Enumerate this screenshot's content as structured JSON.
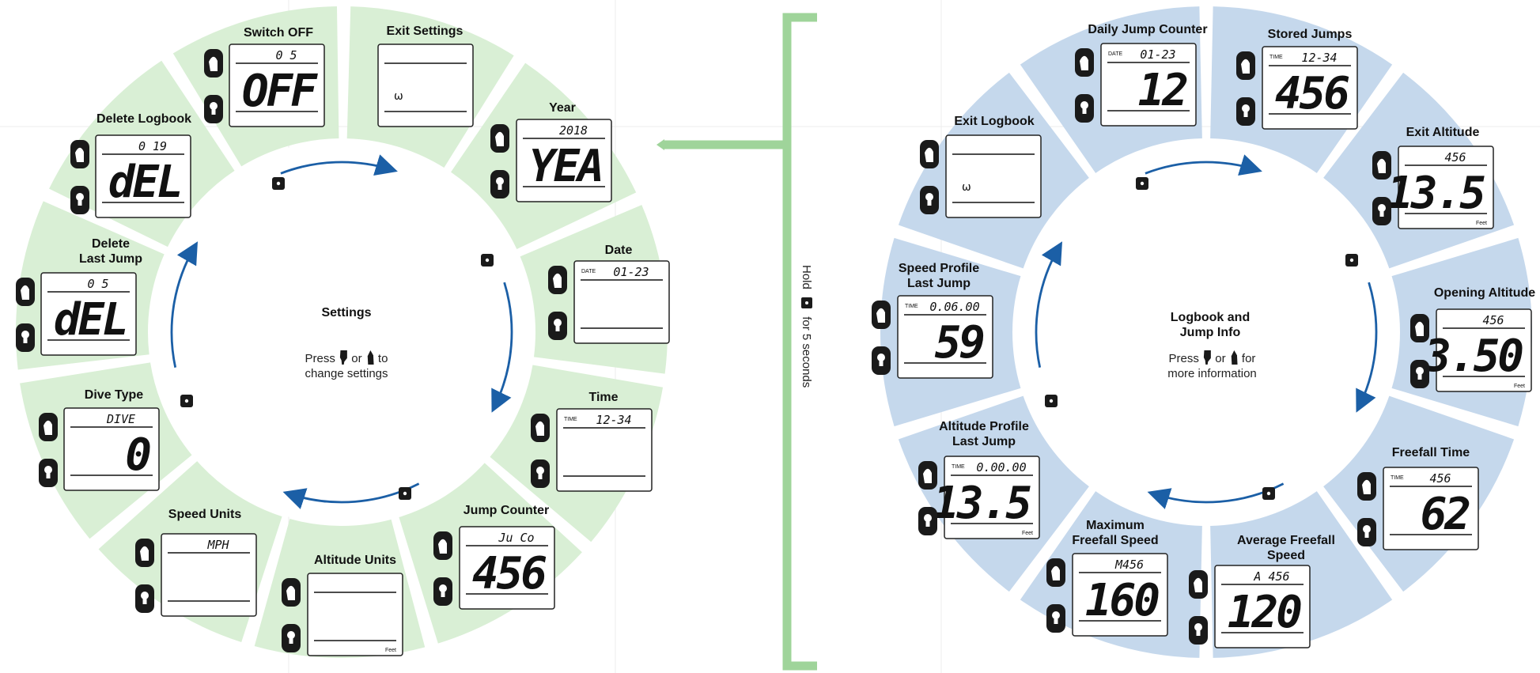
{
  "colors": {
    "settings_sector": "#d9efd5",
    "logbook_sector": "#c5d8ec",
    "arrow": "#1b5fa6",
    "bracket": "#9fd49a",
    "button": "#1a1a1a",
    "lcd_border": "#222222"
  },
  "settings": {
    "title": "Settings",
    "line1_press": "Press",
    "line1_or": "or",
    "line1_to": "to",
    "line2": "change settings",
    "screens": [
      {
        "label": "Switch OFF",
        "small": "0   5",
        "big": "OFF"
      },
      {
        "label": "Exit Settings",
        "small": "",
        "big": "",
        "glyph": "ω"
      },
      {
        "label": "Year",
        "small": "2018",
        "big": "YEA"
      },
      {
        "label": "Date",
        "prefix": "DATE",
        "small": "01-23",
        "big": ""
      },
      {
        "label": "Time",
        "prefix": "TIME",
        "small": "12-34",
        "big": ""
      },
      {
        "label": "Jump Counter",
        "small": "Ju Co",
        "big": "456"
      },
      {
        "label": "Altitude Units",
        "small": "",
        "big": "",
        "unit": "Feet"
      },
      {
        "label": "Speed Units",
        "small": "MPH",
        "big": ""
      },
      {
        "label": "Dive Type",
        "small": "DIVE",
        "big": "0"
      },
      {
        "label": "Delete\nLast Jump",
        "small": "0   5",
        "big": "dEL"
      },
      {
        "label": "Delete Logbook",
        "small": "0  19",
        "big": "dEL"
      }
    ]
  },
  "logbook": {
    "title": "Logbook and\nJump Info",
    "line1_press": "Press",
    "line1_or": "or",
    "line1_for": "for",
    "line2": "more information",
    "screens": [
      {
        "label": "Daily Jump Counter",
        "prefix": "DATE",
        "small": "01-23",
        "big": "12"
      },
      {
        "label": "Stored Jumps",
        "prefix": "TIME",
        "small": "12-34",
        "big": "456"
      },
      {
        "label": "Exit Altitude",
        "small": "456",
        "big": "13.5",
        "unit": "Feet"
      },
      {
        "label": "Opening Altitude",
        "small": "456",
        "big": "3.50",
        "unit": "Feet"
      },
      {
        "label": "Freefall Time",
        "prefix": "TIME",
        "small": "456",
        "big": "62"
      },
      {
        "label": "Average Freefall\nSpeed",
        "small": "A  456",
        "big": "120"
      },
      {
        "label": "Maximum\nFreefall Speed",
        "small": "M456",
        "big": "160"
      },
      {
        "label": "Altitude Profile\nLast Jump",
        "prefix": "TIME",
        "small": "0.00.00",
        "big": "13.5",
        "unit": "Feet"
      },
      {
        "label": "Speed Profile\nLast Jump",
        "prefix": "TIME",
        "small": "0.06.00",
        "big": "59"
      },
      {
        "label": "Exit Logbook",
        "small": "",
        "big": "",
        "glyph": "ω"
      }
    ]
  },
  "hold": {
    "text_before": "Hold",
    "text_after": "for 5 seconds"
  }
}
